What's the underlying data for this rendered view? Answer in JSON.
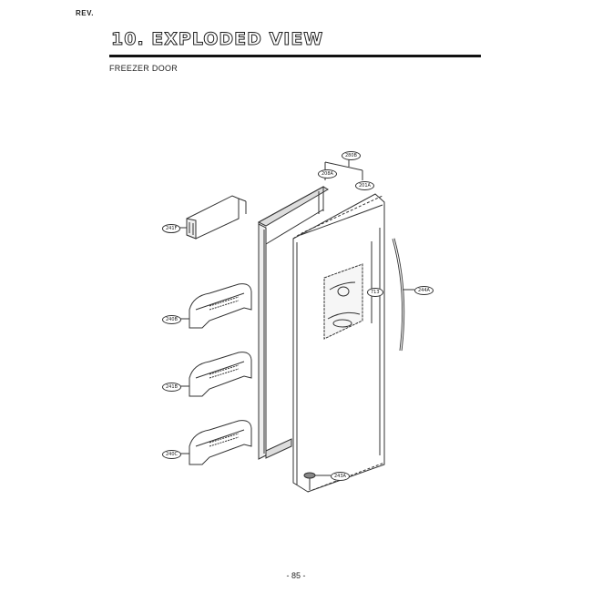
{
  "header": {
    "revision": "REV.",
    "title": "10. EXPLODED VIEW",
    "subtitle": "FREEZER DOOR"
  },
  "footer": {
    "page_number": "- 85 -"
  },
  "diagram": {
    "parts": [
      {
        "id": "door-gasket",
        "label": "280B"
      },
      {
        "id": "door-assembly-top",
        "label": "208A"
      },
      {
        "id": "door-foam",
        "label": "201A"
      },
      {
        "id": "small-basket",
        "label": "241F"
      },
      {
        "id": "basket-upper",
        "label": "240B"
      },
      {
        "id": "basket-middle",
        "label": "241B"
      },
      {
        "id": "basket-lower",
        "label": "240C"
      },
      {
        "id": "dispenser-cover",
        "label": "713"
      },
      {
        "id": "door-handle",
        "label": "244A"
      },
      {
        "id": "hinge-bottom",
        "label": "243A"
      }
    ]
  },
  "colors": {
    "line": "#333333",
    "background": "#ffffff"
  }
}
